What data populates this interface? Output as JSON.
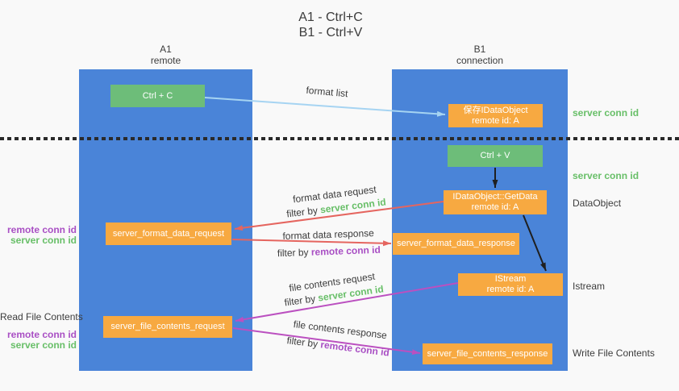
{
  "colors": {
    "background": "#f9f9f9",
    "column_blue": "#4a84d8",
    "box_green": "#6dbd79",
    "box_orange": "#f7a941",
    "box_text_white": "#ffffff",
    "text_dark": "#3c3c3c",
    "id_green": "#68bf68",
    "id_purple": "#a94fc4",
    "arrow_blue": "#a6d4f2",
    "arrow_black": "#1f1f1f",
    "arrow_red": "#e5655f",
    "arrow_magenta": "#bb50c0",
    "divider_black": "#2a2a2a"
  },
  "title": {
    "line1": "A1 - Ctrl+C",
    "line2": "B1 - Ctrl+V"
  },
  "columns": {
    "a": {
      "name": "A1",
      "role": "remote"
    },
    "b": {
      "name": "B1",
      "role": "connection"
    }
  },
  "boxes": {
    "ctrl_c": {
      "label": "Ctrl + C"
    },
    "save_dataobject": {
      "line1": "保存IDataObject",
      "line2": "remote id: A"
    },
    "ctrl_v": {
      "label": "Ctrl + V"
    },
    "getdata": {
      "line1": "IDataObject::GetData",
      "line2": "remote id: A"
    },
    "format_request": {
      "label": "server_format_data_request"
    },
    "format_response": {
      "label": "server_format_data_response"
    },
    "istream": {
      "line1": "IStream",
      "line2": "remote id: A"
    },
    "file_request": {
      "label": "server_file_contents_request"
    },
    "file_response": {
      "label": "server_file_contents_response"
    }
  },
  "flow_labels": {
    "format_list": "format list",
    "format_data_request": "format data request",
    "format_data_response": "format data response",
    "file_contents_request": "file contents request",
    "file_contents_response": "file contents response",
    "filter_by": "filter by",
    "server_conn_id": "server conn id",
    "remote_conn_id": "remote conn id"
  },
  "side_labels": {
    "server_conn_id_top": "server conn id",
    "server_conn_id_mid": "server conn id",
    "dataobject": "DataObject",
    "istream": "Istream",
    "write_file_contents": "Write File Contents",
    "read_file_contents": "Read File Contents",
    "remote_conn_id": "remote conn id",
    "server_conn_id": "server conn id"
  }
}
